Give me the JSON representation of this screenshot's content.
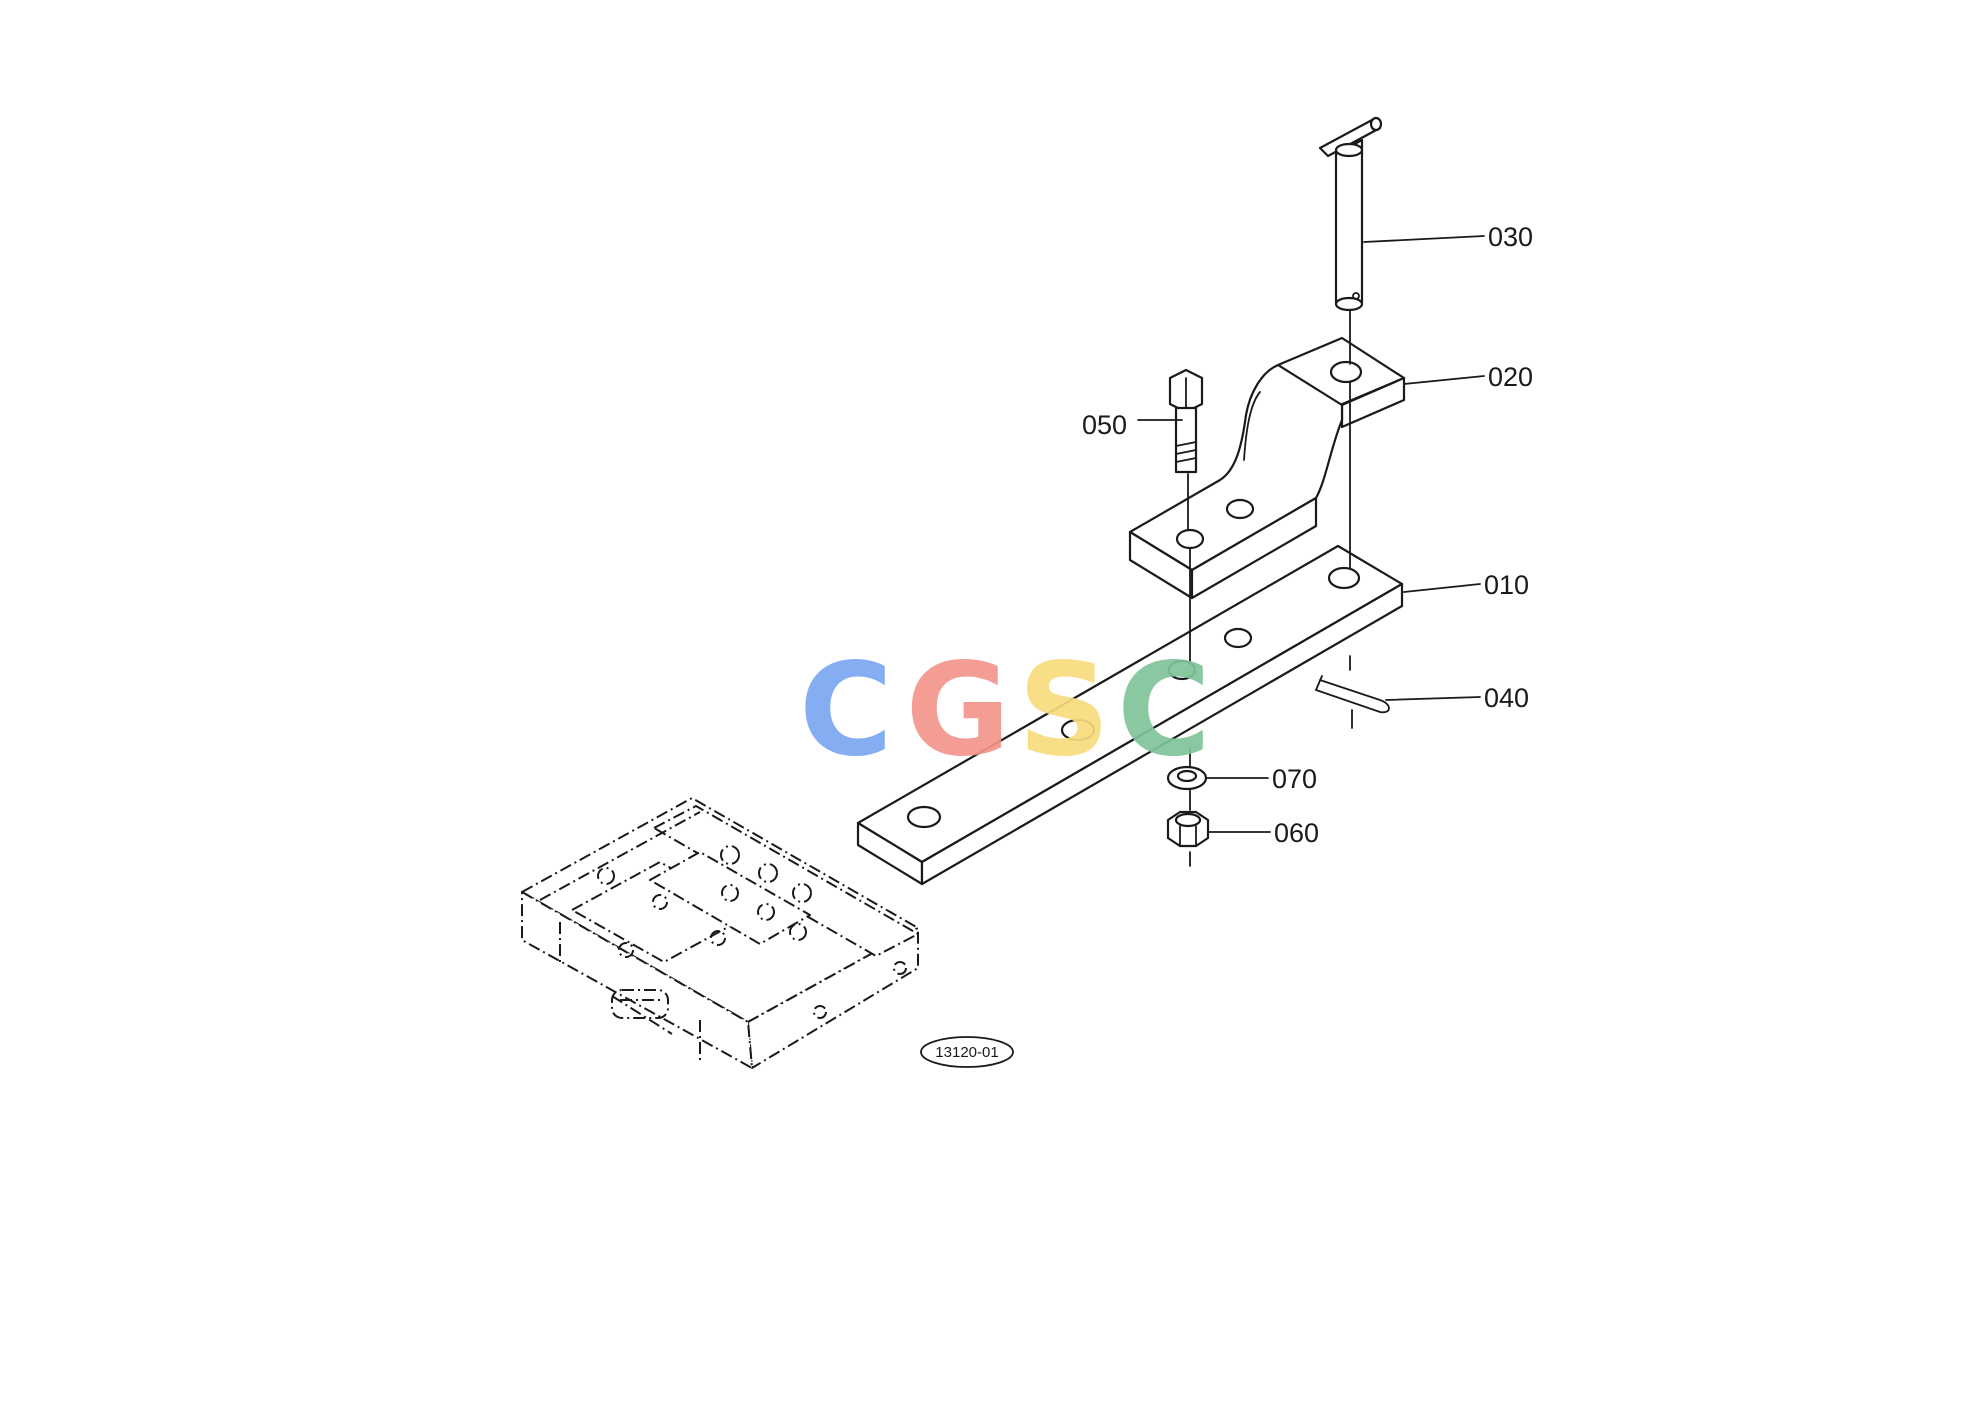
{
  "diagram": {
    "callouts": [
      {
        "id": "030",
        "label": "030"
      },
      {
        "id": "020",
        "label": "020"
      },
      {
        "id": "050",
        "label": "050"
      },
      {
        "id": "010",
        "label": "010"
      },
      {
        "id": "040",
        "label": "040"
      },
      {
        "id": "070",
        "label": "070"
      },
      {
        "id": "060",
        "label": "060"
      }
    ],
    "reference_code": "13120-01"
  },
  "watermark": {
    "letters": [
      {
        "char": "C",
        "color": "#7ba7f0"
      },
      {
        "char": "G",
        "color": "#f2958c"
      },
      {
        "char": "S",
        "color": "#f9dc7e"
      },
      {
        "char": "C",
        "color": "#7fc49a"
      }
    ]
  }
}
